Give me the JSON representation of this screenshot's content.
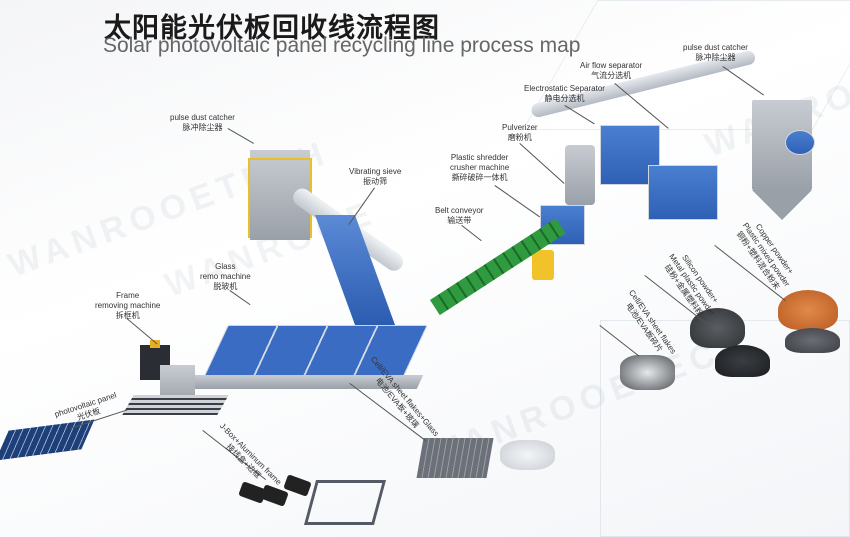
{
  "title_cn": "太阳能光伏板回收线流程图",
  "title_en": "Solar photovoltaic panel recycling line process map",
  "watermark": {
    "brand": "WANROOE",
    "brand_full": "WANROOETECH"
  },
  "machines": [
    {
      "en": "pulse dust catcher",
      "cn": "脉冲除尘器"
    },
    {
      "en": "Air flow separator",
      "cn": "气流分选机"
    },
    {
      "en": "Electrostatic Separator",
      "cn": "静电分选机"
    },
    {
      "en": "Pulverizer",
      "cn": "磨粉机"
    },
    {
      "en1": "Plastic shredder",
      "en2": "crusher machine",
      "cn": "撕碎破碎一体机"
    },
    {
      "en": "Belt conveyor",
      "cn": "输送带"
    },
    {
      "en": "Vibrating sieve",
      "cn": "振动筛"
    },
    {
      "en": "pulse dust catcher",
      "cn": "脉冲除尘器"
    },
    {
      "en1": "Glass",
      "en2": "remo machine",
      "cn": "脱玻机"
    },
    {
      "en1": "Frame",
      "en2": "removing machine",
      "cn": "拆框机"
    }
  ],
  "products": [
    {
      "en": "photovoltaic panel",
      "cn": "光伏板"
    },
    {
      "en": "J-Box+Aluminum frame",
      "cn": "接线盒+边框"
    },
    {
      "en": "Cell/EVA sheet flakes+Glass",
      "cn": "电池/EVA板+玻璃"
    },
    {
      "en": "Cell/EVA sheet flakes",
      "cn": "电池/EVA板碎片"
    },
    {
      "en1": "Silicon powder+",
      "en2": "Metal plastic powder",
      "cn": "硅粉+金属塑料粉"
    },
    {
      "en1": "Copper powder+",
      "en2": "Plastic mixed powder",
      "cn": "铜粉+塑料混合粉末"
    }
  ]
}
